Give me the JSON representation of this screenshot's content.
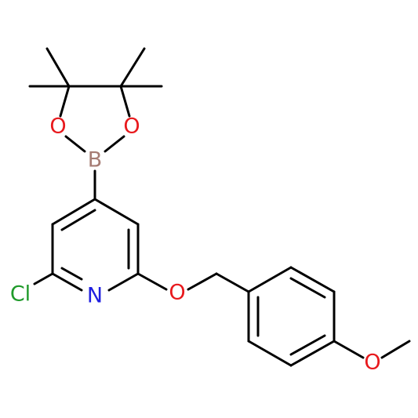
{
  "colors": {
    "bond": "#000000",
    "oxygen": "#e8191d",
    "boron": "#a67c74",
    "nitrogen": "#1f1fe0",
    "chlorine": "#1f9a2a"
  },
  "atoms": {
    "boron": "B",
    "dioxaborolane_oxygen_left": "O",
    "dioxaborolane_oxygen_right": "O",
    "pyridine_nitrogen": "N",
    "chlorine": "Cl",
    "ether_oxygen": "O",
    "methoxy_oxygen": "O"
  }
}
